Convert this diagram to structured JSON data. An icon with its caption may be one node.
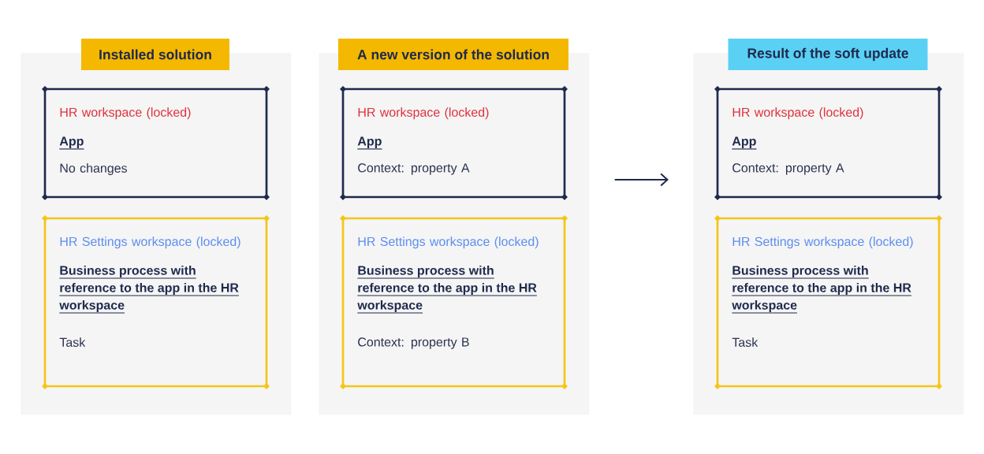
{
  "diagram": {
    "nodes": [
      {
        "text": [
          "Installed solution"
        ]
      },
      {
        "text": [
          "HR workspace (locked)",
          "App",
          "No changes"
        ],
        "in": 0
      },
      {
        "text": [
          "HR Settings workspace (locked)",
          "Business process with reference to the app in the HR workspace",
          "Task"
        ],
        "in": 0
      },
      {
        "text": [
          "A new version of the solution"
        ]
      },
      {
        "text": [
          "HR workspace (locked)",
          "App",
          "Context: property A"
        ],
        "in": 3
      },
      {
        "text": [
          "HR Settings workspace (locked)",
          "Business process with reference to the app in the HR workspace",
          "Context: property B"
        ],
        "in": 3
      },
      {
        "text": [
          "Result of the soft update"
        ]
      },
      {
        "text": [
          "HR workspace (locked)",
          "App",
          "Context: property A"
        ],
        "in": 6
      },
      {
        "text": [
          "HR Settings workspace (locked)",
          "Business process with reference to the app in the HR workspace",
          "Task"
        ],
        "in": 6
      }
    ],
    "edges": [
      {
        "from": 3,
        "to": 6,
        "arrow": "to"
      }
    ]
  }
}
